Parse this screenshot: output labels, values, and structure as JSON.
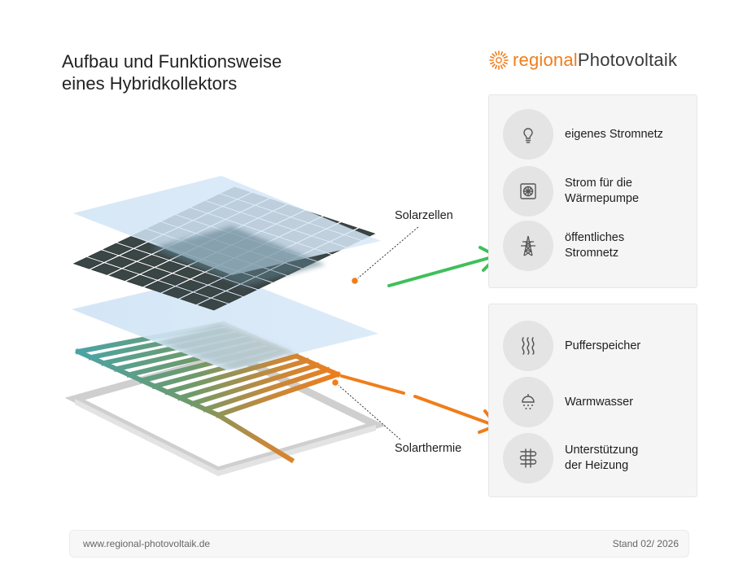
{
  "title": {
    "line1": "Aufbau und Funktionsweise",
    "line2": "eines Hybridkollektors"
  },
  "logo": {
    "part1": "regional",
    "part2": "Photovoltaik",
    "icon": "sun-icon",
    "accent_color": "#f07d1a"
  },
  "callouts": {
    "solarzellen": "Solarzellen",
    "solarthermie": "Solarthermie"
  },
  "panel_power": {
    "arrow_color": "#3fbf5a",
    "items": [
      {
        "icon": "lightbulb-icon",
        "line1": "eigenes Stromnetz",
        "line2": ""
      },
      {
        "icon": "heat-pump-icon",
        "line1": "Strom für die",
        "line2": "Wärmepumpe"
      },
      {
        "icon": "power-pylon-icon",
        "line1": "öffentliches",
        "line2": "Stromnetz"
      }
    ]
  },
  "panel_heat": {
    "arrow_color": "#f07d1a",
    "items": [
      {
        "icon": "heat-waves-icon",
        "line1": "Pufferspeicher",
        "line2": ""
      },
      {
        "icon": "shower-icon",
        "line1": "Warmwasser",
        "line2": ""
      },
      {
        "icon": "radiator-coil-icon",
        "line1": "Unterstützung",
        "line2": "der Heizung"
      }
    ]
  },
  "footer": {
    "url": "www.regional-photovoltaik.de",
    "stand": "Stand 02/ 2026"
  }
}
